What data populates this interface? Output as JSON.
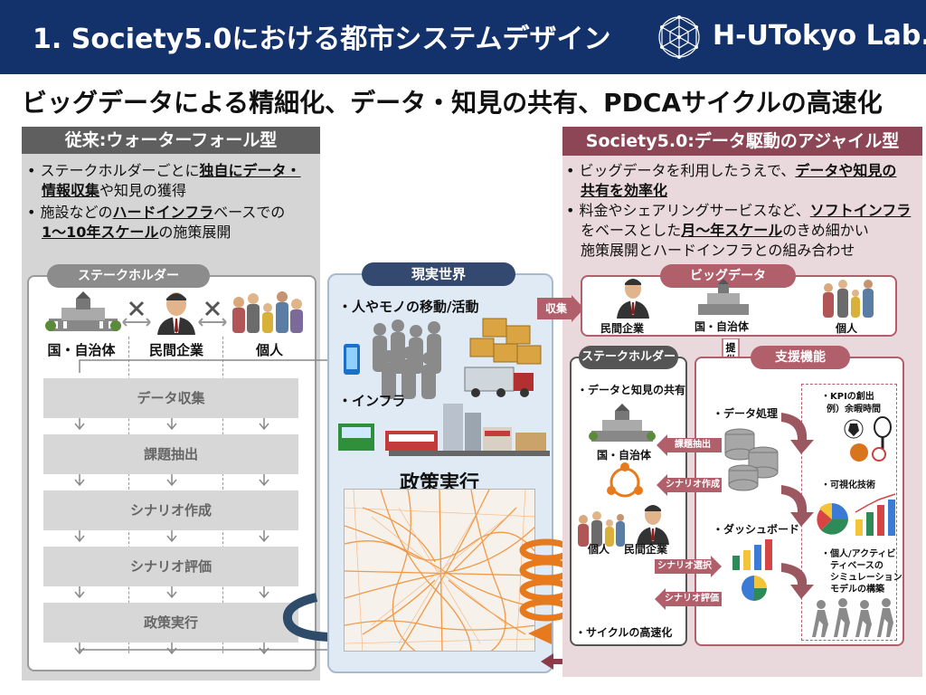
{
  "header": {
    "title": "1. Society5.0における都市システムデザイン",
    "logo": "H-UTokyo Lab."
  },
  "subtitle": "ビッグデータによる精細化、データ・知見の共有、PDCAサイクルの高速化",
  "left": {
    "heading": "従来:ウォーターフォール型",
    "bullet1_a": "ステークホルダーごとに",
    "bullet1_b": "独自にデータ・",
    "bullet1_c": "情報収集",
    "bullet1_d": "や知見の獲得",
    "bullet2_a": "施設などの",
    "bullet2_b": "ハードインフラ",
    "bullet2_c": "ベースでの",
    "bullet2_d": "1〜10年スケール",
    "bullet2_e": "の施策展開",
    "stakeholder_pill": "ステークホルダー",
    "actors": [
      "国・自治体",
      "民間企業",
      "個人"
    ],
    "steps": [
      "データ収集",
      "課題抽出",
      "シナリオ作成",
      "シナリオ評価",
      "政策実行"
    ]
  },
  "middle": {
    "pill": "現実世界",
    "movement": "・人やモノの移動/活動",
    "infra": "・インフラ",
    "policy": "政策実行"
  },
  "right": {
    "heading": "Society5.0:データ駆動のアジャイル型",
    "bullet1_a": "ビッグデータを利用したうえで、",
    "bullet1_b": "データや知見の",
    "bullet1_c": "共有を効率化",
    "bullet2_a": "料金やシェアリングサービスなど、",
    "bullet2_b": "ソフトインフラ",
    "bullet2_c": "をベースとした",
    "bullet2_d": "月〜年スケール",
    "bullet2_e": "のきめ細かい",
    "bullet2_f": "施策展開とハードインフラとの組み合わせ",
    "bigdata_pill": "ビッグデータ",
    "collect": "収集",
    "provide": "提供",
    "bigdata_actors": [
      "民間企業",
      "国・自治体",
      "個人"
    ],
    "stakeholder_pill": "ステークホルダー",
    "share": "・データと知見の共有",
    "gov": "国・自治体",
    "individual": "個人",
    "company": "民間企業",
    "cycle": "・サイクルの高速化",
    "support_pill": "支援機能",
    "data_processing": "・データ処理",
    "dashboard": "・ダッシュボード",
    "kpi": "・KPIの創出",
    "kpi_ex": "例）余暇時間",
    "viz": "・可視化技術",
    "sim1": "・個人/アクティビ",
    "sim2": "ティベースの",
    "sim3": "シミュレーション",
    "sim4": "モデルの構築",
    "arrows": [
      "課題抽出",
      "シナリオ作成",
      "シナリオ選択",
      "シナリオ評価"
    ]
  }
}
